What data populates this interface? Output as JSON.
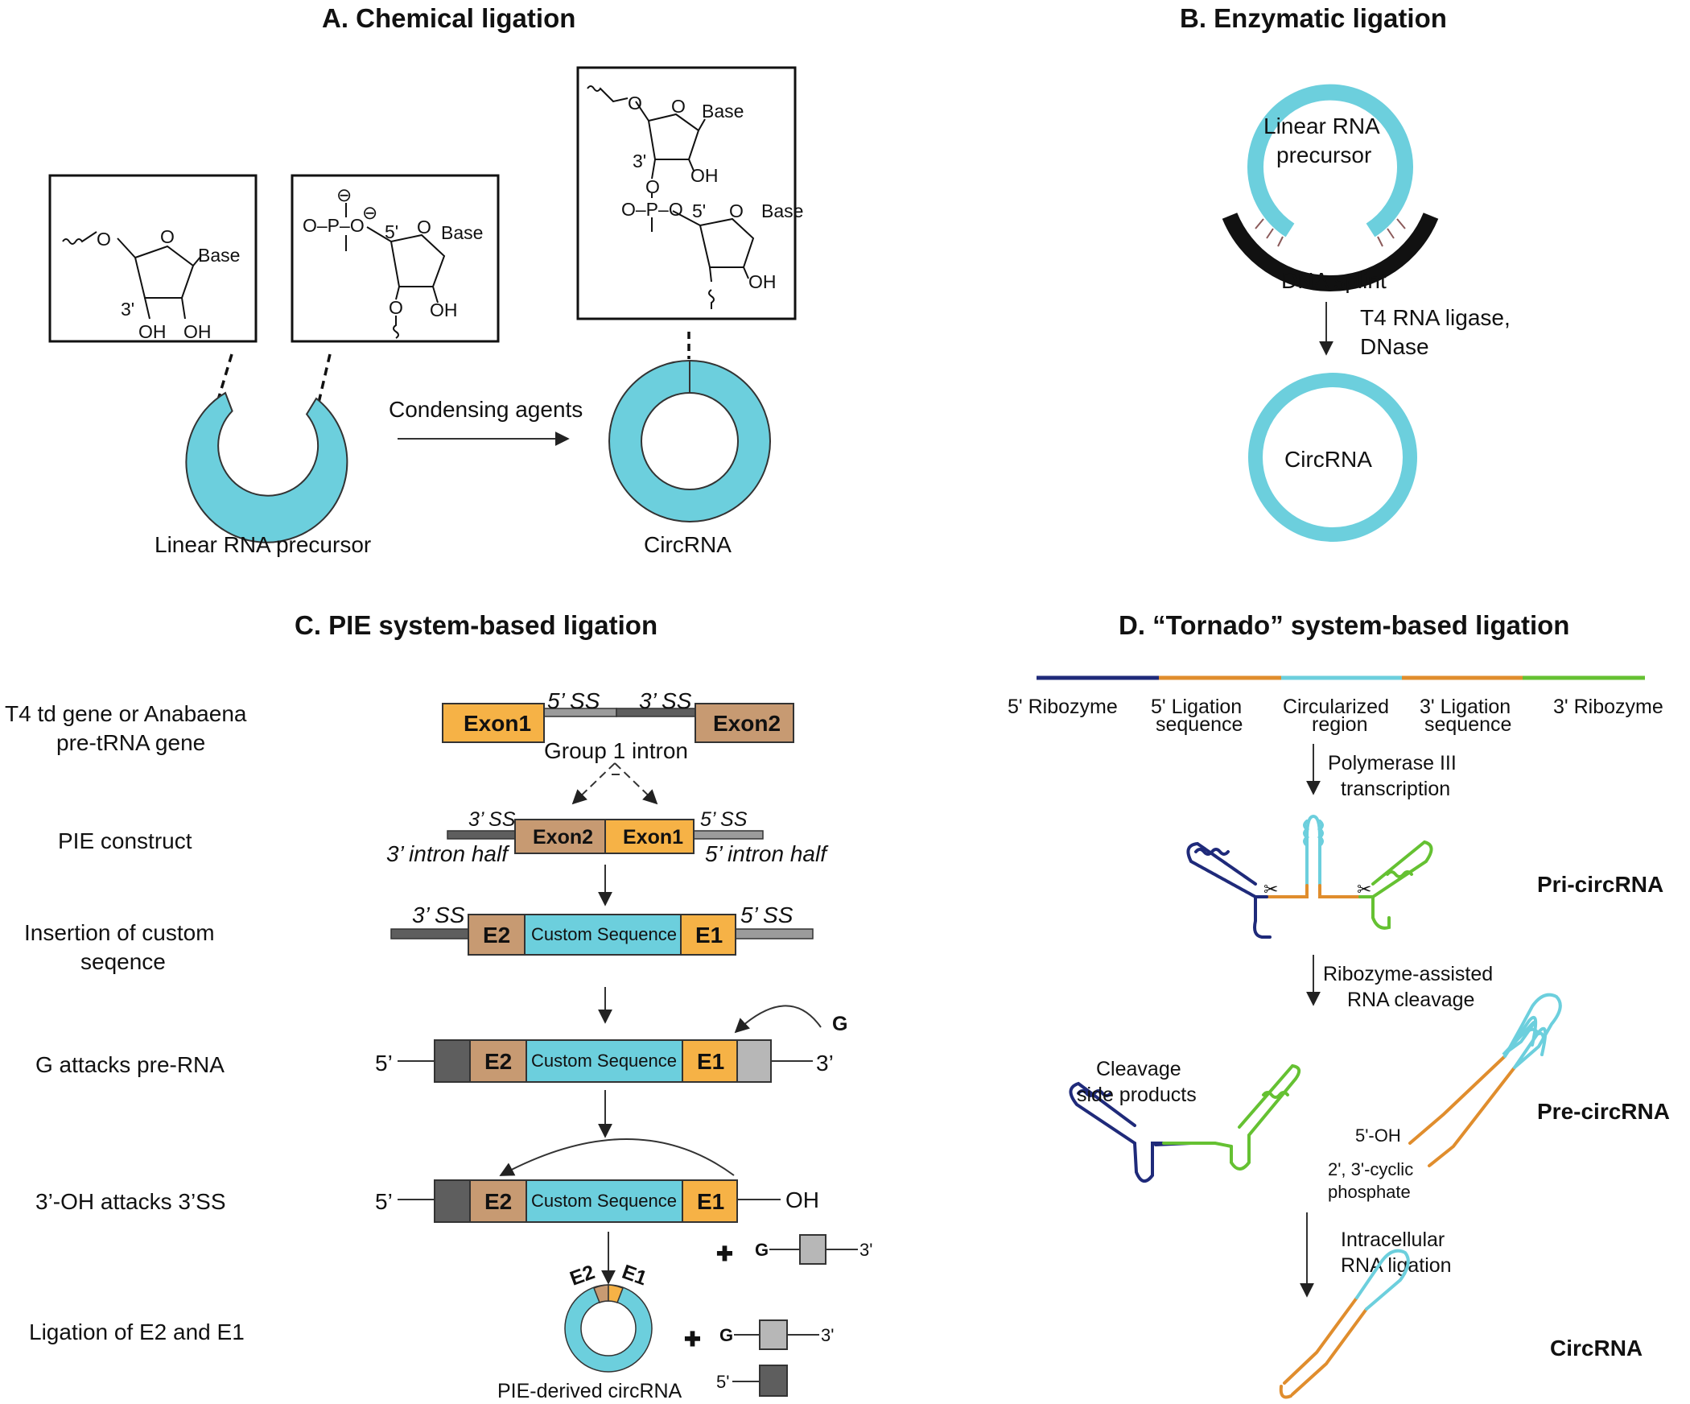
{
  "colors": {
    "rna": "#6ccfdd",
    "exon1": "#f6b246",
    "exon2": "#c79a72",
    "intron_gray": "#9b9b9b",
    "dark_gray": "#5e5e5e",
    "light_gray": "#b7b7b7",
    "ribozyme5": "#1f2a7a",
    "ligation": "#e08d2d",
    "ribozyme3": "#65c132",
    "splint": "#111111"
  },
  "panelA": {
    "title": "A. Chemical ligation",
    "chem_box1": {
      "base": "Base",
      "three_prime": "3'",
      "oh1": "OH",
      "oh2": "OH",
      "o_ring": "O",
      "o_side": "O"
    },
    "chem_box2": {
      "base": "Base",
      "five_prime": "5'",
      "oh": "OH",
      "o_ring": "O",
      "o_low": "O",
      "phosphate": "O–P–O",
      "minus": "⊖"
    },
    "chem_box3": {
      "base1": "Base",
      "base2": "Base",
      "three_prime": "3'",
      "five_prime": "5'",
      "oh1": "OH",
      "oh2": "OH",
      "o": "O",
      "phos": "O–P–O"
    },
    "precursor_label": "Linear RNA precursor",
    "arrow_label": "Condensing agents",
    "product_label": "CircRNA"
  },
  "panelB": {
    "title": "B. Enzymatic ligation",
    "ring_label_line1": "Linear RNA",
    "ring_label_line2": "precursor",
    "splint_label": "DNA splint",
    "step_line1": "T4 RNA ligase,",
    "step_line2": "DNase",
    "product_label": "CircRNA"
  },
  "panelC": {
    "title": "C. PIE system-based ligation",
    "row_labels": {
      "r1_line1": "T4 td gene or Anabaena",
      "r1_line2": "pre-tRNA gene",
      "r2": "PIE construct",
      "r3_line1": "Insertion of custom",
      "r3_line2": "seqence",
      "r4": "G attacks pre-RNA",
      "r5": "3’-OH attacks 3’SS",
      "r6": "Ligation of E2 and E1"
    },
    "exon1": "Exon1",
    "exon2": "Exon2",
    "e1": "E1",
    "e2": "E2",
    "five_ss": "5’ SS",
    "three_ss": "3’ SS",
    "group1_intron": "Group 1 intron",
    "three_intron_half": "3’ intron half",
    "five_intron_half": "5’ intron half",
    "custom_sequence": "Custom Sequence",
    "five_end": "5’",
    "three_end": "3’",
    "g": "G",
    "oh": "OH",
    "plus": "✚",
    "small_three": "3'",
    "small_five": "5'",
    "circ_label": "PIE-derived circRNA"
  },
  "panelD": {
    "title": "D. “Tornado” system-based ligation",
    "seg_labels": {
      "ribozyme5": "5' Ribozyme",
      "lig5_line1": "5' Ligation",
      "lig5_line2": "sequence",
      "circ_line1": "Circularized",
      "circ_line2": "region",
      "lig3_line1": "3' Ligation",
      "lig3_line2": "sequence",
      "ribozyme3": "3' Ribozyme"
    },
    "step1_line1": "Polymerase III",
    "step1_line2": "transcription",
    "pri_label": "Pri-circRNA",
    "step2_line1": "Ribozyme-assisted",
    "step2_line2": "RNA cleavage",
    "side_line1": "Cleavage",
    "side_line2": "side products",
    "five_oh": "5'-OH",
    "cyclic_line1": "2', 3'-cyclic",
    "cyclic_line2": "phosphate",
    "pre_label": "Pre-circRNA",
    "step3_line1": "Intracellular",
    "step3_line2": "RNA ligation",
    "circ_label": "CircRNA"
  }
}
